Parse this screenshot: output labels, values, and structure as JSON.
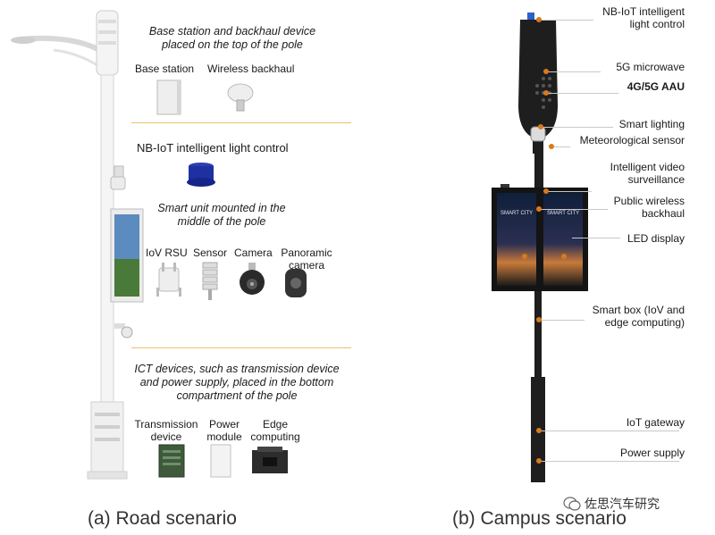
{
  "road": {
    "top_section_title": "Base station and backhaul device placed on the top of the pole",
    "base_station": "Base station",
    "wireless_backhaul": "Wireless backhaul",
    "nb_iot": "NB-IoT intelligent light control",
    "middle_title": "Smart unit mounted in the middle of the pole",
    "iov_rsu": "IoV RSU",
    "sensor": "Sensor",
    "camera": "Camera",
    "panoramic_camera": "Panoramic camera",
    "bottom_title": "ICT devices, such as transmission device and power supply, placed in the bottom compartment of the pole",
    "transmission_device": "Transmission device",
    "power_module": "Power module",
    "edge_computing": "Edge computing",
    "caption": "(a) Road scenario"
  },
  "campus": {
    "labels": {
      "nb_iot": "NB-IoT intelligent light control",
      "microwave": "5G microwave",
      "aau": "4G/5G AAU",
      "smart_lighting": "Smart lighting",
      "meteorological": "Meteorological sensor",
      "video": "Intelligent video surveillance",
      "public_wireless": "Public wireless backhaul",
      "led": "LED display",
      "smart_box": "Smart box (IoV and edge computing)",
      "iot_gateway": "IoT gateway",
      "power_supply": "Power supply"
    },
    "screen_text_1": "SMART CITY",
    "screen_text_2": "SMART CITY",
    "caption": "(b) Campus scenario"
  },
  "watermark": "佐思汽车研究",
  "colors": {
    "accent_divider": "#e8c26a",
    "dot": "#d97a1a",
    "pole_dark": "#1e1e1e",
    "pole_light": "#f2f2f2"
  }
}
